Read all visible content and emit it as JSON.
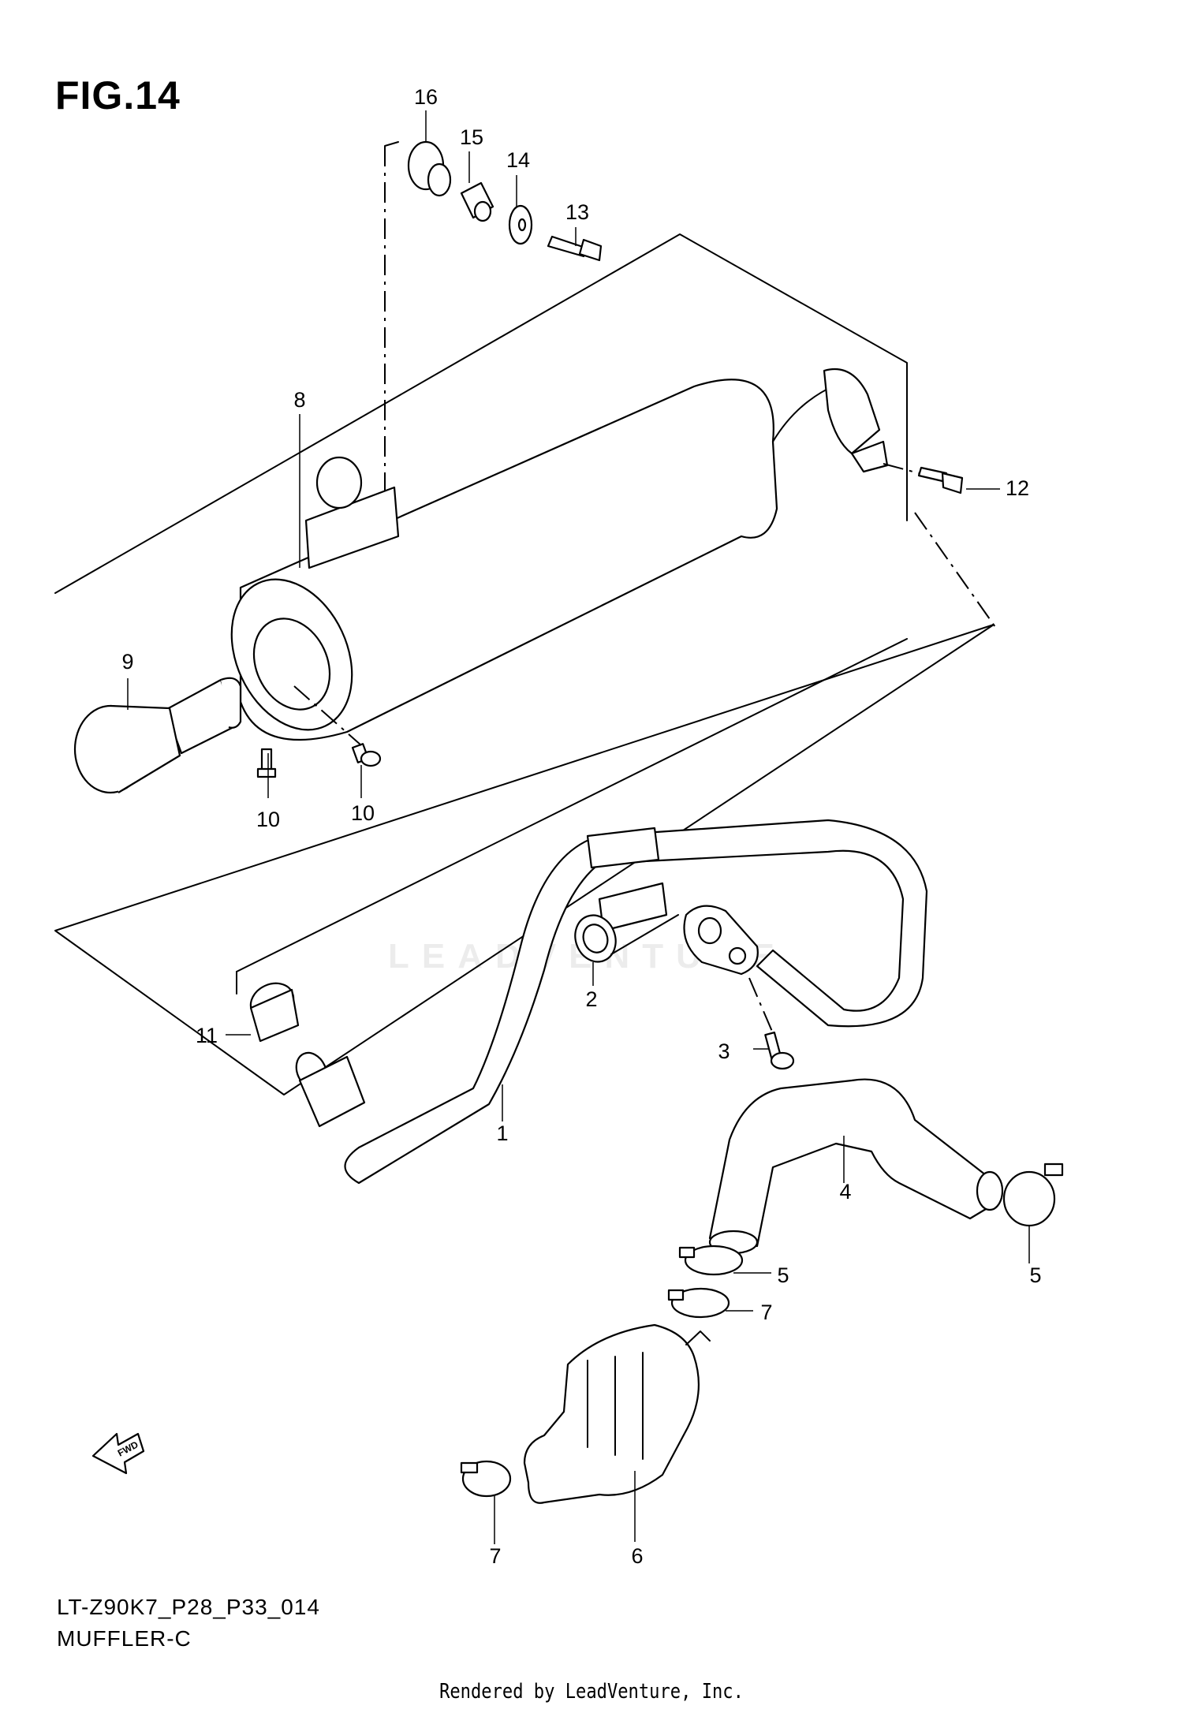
{
  "figure": {
    "title": "FIG.14",
    "code": "LT-Z90K7_P28_P33_014",
    "name": "MUFFLER-C",
    "credit": "Rendered by LeadVenture, Inc.",
    "watermark": "LEADVENTURE"
  },
  "callouts": [
    {
      "id": "16",
      "label": "16"
    },
    {
      "id": "15",
      "label": "15"
    },
    {
      "id": "14",
      "label": "14"
    },
    {
      "id": "13",
      "label": "13"
    },
    {
      "id": "8",
      "label": "8"
    },
    {
      "id": "12",
      "label": "12"
    },
    {
      "id": "9",
      "label": "9"
    },
    {
      "id": "10a",
      "label": "10"
    },
    {
      "id": "10b",
      "label": "10"
    },
    {
      "id": "2",
      "label": "2"
    },
    {
      "id": "11",
      "label": "11"
    },
    {
      "id": "3",
      "label": "3"
    },
    {
      "id": "1",
      "label": "1"
    },
    {
      "id": "4",
      "label": "4"
    },
    {
      "id": "5a",
      "label": "5"
    },
    {
      "id": "5b",
      "label": "5"
    },
    {
      "id": "7a",
      "label": "7"
    },
    {
      "id": "7b",
      "label": "7"
    },
    {
      "id": "6",
      "label": "6"
    }
  ],
  "icons": {
    "fwd_arrow": "fwd-arrow-icon",
    "fwd_label": "FWD"
  }
}
